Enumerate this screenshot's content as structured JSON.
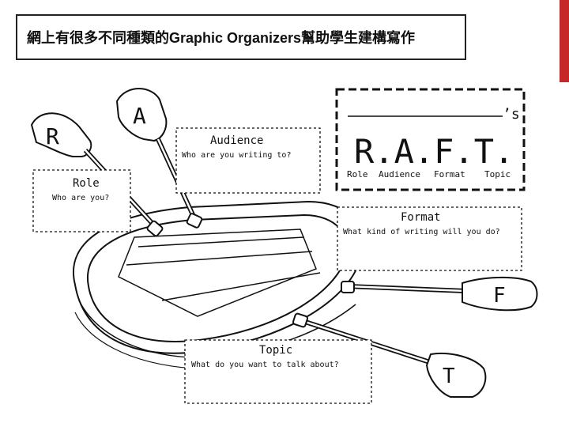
{
  "slide": {
    "title": "網上有很多不同種類的Graphic Organizers幫助學生建構寫作"
  },
  "organizer": {
    "raft_header": {
      "possessive": "’s",
      "acronym": "R.A.F.T.",
      "subtitle": [
        "Role",
        "Audience",
        "Format",
        "Topic"
      ]
    },
    "oars": {
      "role_letter": "R",
      "audience_letter": "A",
      "format_letter": "F",
      "topic_letter": "T"
    },
    "boxes": {
      "audience": {
        "heading": "Audience",
        "prompt": "Who are you writing to?"
      },
      "role": {
        "heading": "Role",
        "prompt": "Who are you?"
      },
      "format": {
        "heading": "Format",
        "prompt": "What kind of writing will you do?"
      },
      "topic": {
        "heading": "Topic",
        "prompt": "What do you want to talk about?"
      }
    }
  },
  "colors": {
    "accent": "#c62828",
    "ink": "#111111"
  }
}
